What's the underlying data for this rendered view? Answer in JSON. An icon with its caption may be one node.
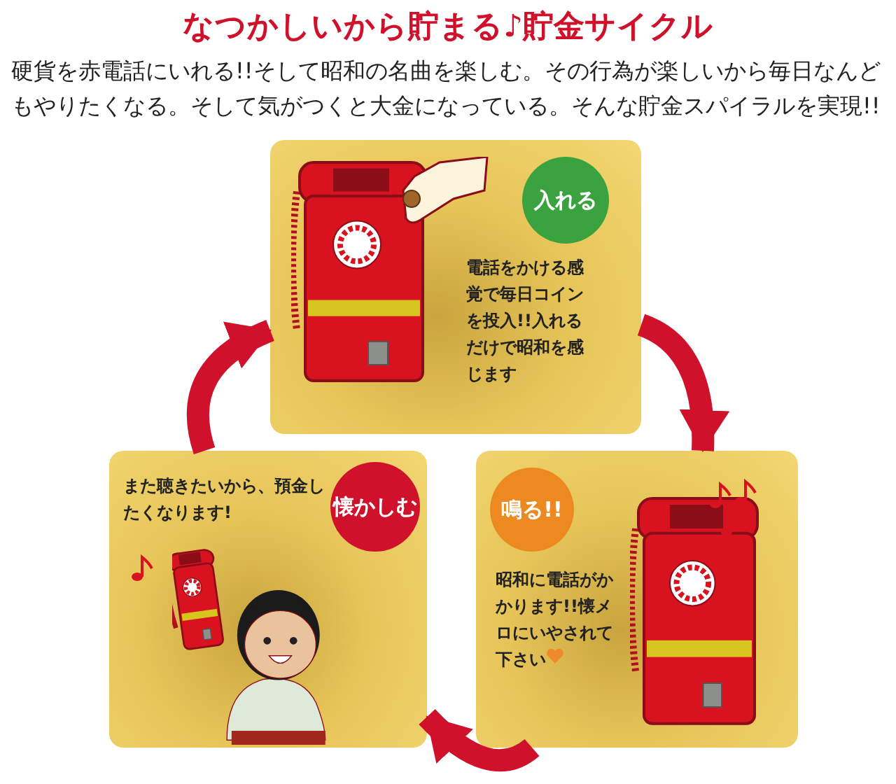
{
  "diagram": {
    "title": "なつかしいから貯まる♪貯金サイクル",
    "nodes": [
      {
        "text": [
          "電話をかける感覚で毎日コインを投入!!入れるだけで昭和を感じます"
        ]
      },
      {
        "text": [
          "入れる"
        ],
        "in": 0
      },
      {
        "text": [
          "昭和に電話がかかります!!懐メロにいやされて下さい"
        ]
      },
      {
        "text": [
          "鳴る!!"
        ],
        "in": 2
      },
      {
        "text": [
          "また聴きたいから、預金したくなります!"
        ]
      },
      {
        "text": [
          "懐かしむ"
        ],
        "in": 4
      }
    ],
    "edges": [
      {
        "from": 0,
        "to": 2,
        "arrow": "to"
      },
      {
        "from": 2,
        "to": 4,
        "arrow": "to"
      },
      {
        "from": 4,
        "to": 0,
        "arrow": "to"
      }
    ],
    "labels": [
      "硬貨を赤電話にいれる!!そして昭和の名曲を楽しむ。その行為が楽しいから毎日なんどもやりたくなる。そして気がつくと大金になっている。そんな貯金スパイラルを実現!!"
    ]
  }
}
